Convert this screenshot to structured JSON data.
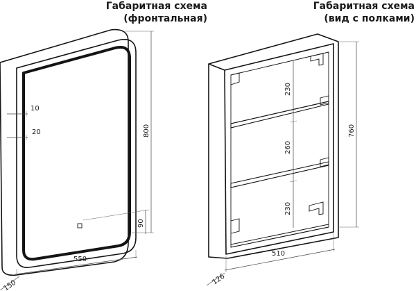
{
  "front": {
    "title_line1": "Габаритная схема",
    "title_line2": "(фронтальная)",
    "dimensions": {
      "width": "550",
      "height": "800",
      "depth": "150",
      "offset_top": "10",
      "offset_mid": "20",
      "sensor_height": "90"
    }
  },
  "shelves": {
    "title_line1": "Габаритная схема",
    "title_line2": "(вид с полками)",
    "dimensions": {
      "width": "510",
      "height": "760",
      "depth": "126",
      "section_top": "230",
      "section_mid": "260",
      "section_bottom": "230"
    }
  }
}
